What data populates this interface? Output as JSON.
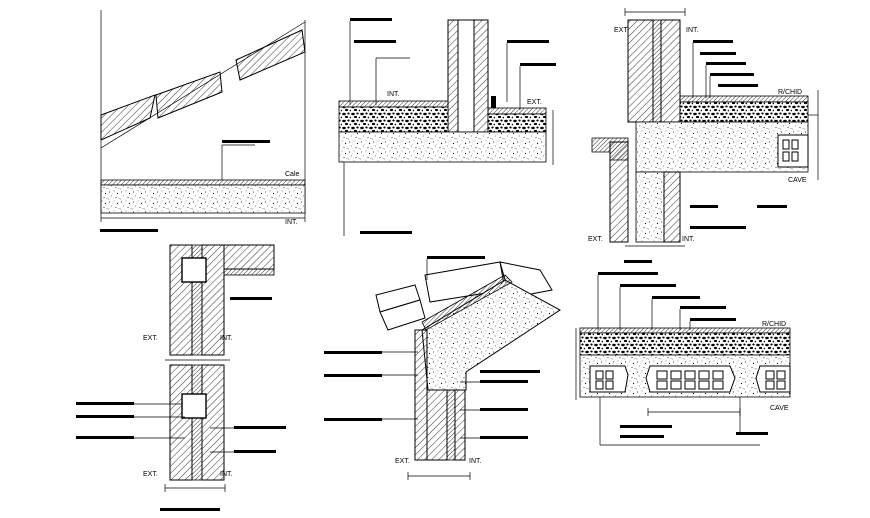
{
  "labels": {
    "ext": "EXT.",
    "int": "INT.",
    "int_left": "INT.",
    "int_mid": "INT.",
    "cale": "Cale",
    "rchid_top": "R/CHID",
    "rchid_bottom": "R/CHID",
    "cave_top": "CAVE",
    "cave_bottom": "CAVE"
  }
}
